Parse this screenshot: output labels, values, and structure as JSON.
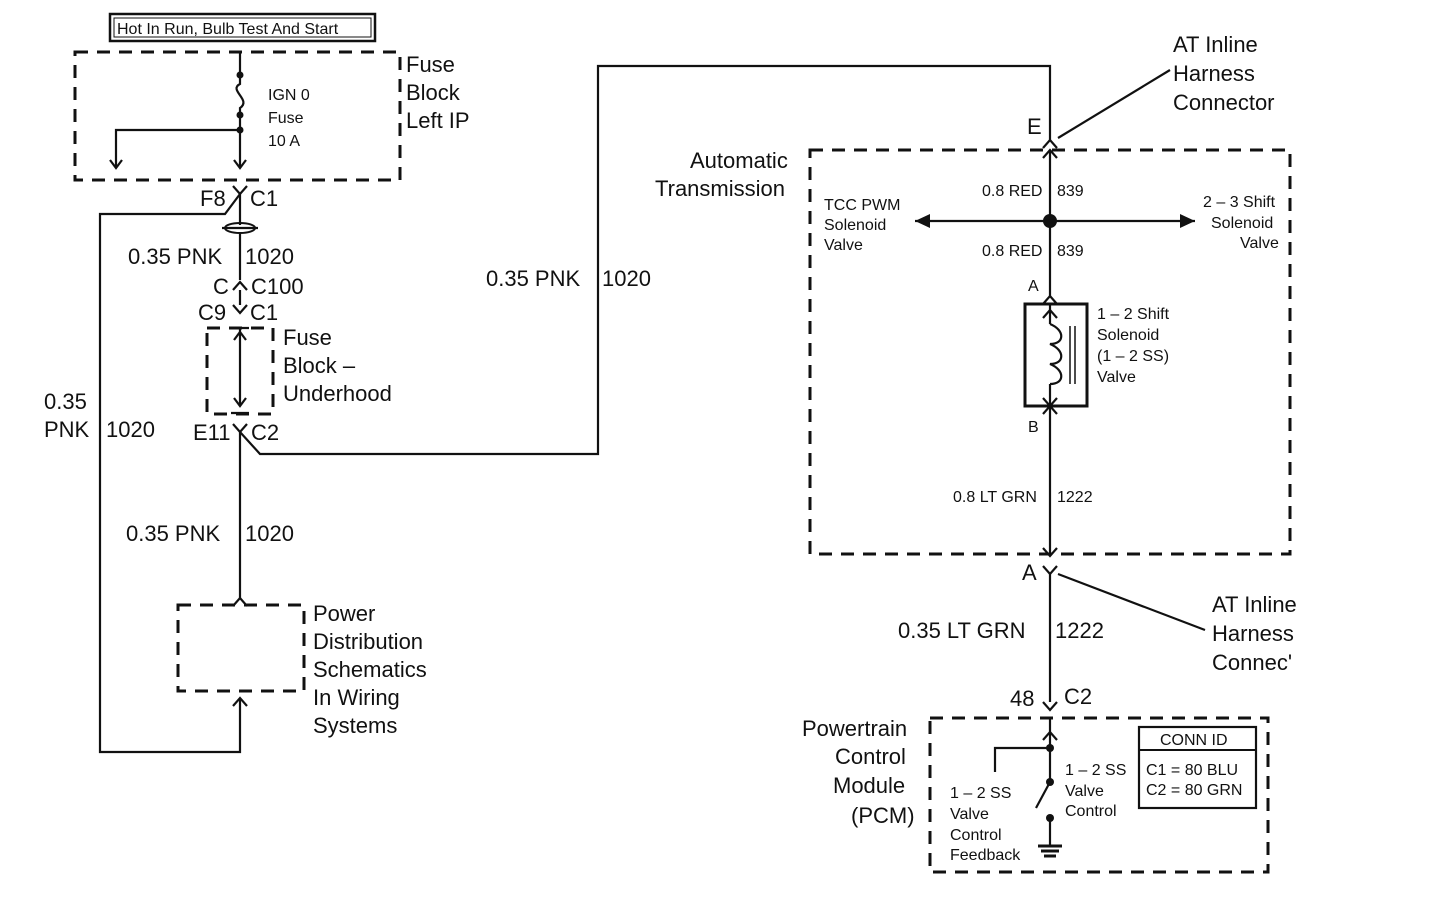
{
  "header_box": "Hot In Run, Bulb Test And Start",
  "fuse_block_ip": {
    "title_lines": [
      "Fuse",
      "Block",
      "Left IP"
    ],
    "fuse_lines": [
      "IGN 0",
      "Fuse",
      "10 A"
    ]
  },
  "connectors": {
    "f8": "F8",
    "c1_top": "C1",
    "c_c100": "C",
    "c100": "C100",
    "c9": "C9",
    "c1_uh": "C1",
    "e11": "E11",
    "c2_uh": "C2",
    "e": "E",
    "a": "A",
    "pcm_48": "48",
    "pcm_c2": "C2"
  },
  "wires": {
    "w1": "0.35 PNK",
    "w1_num": "1020",
    "w2": "0.35 PNK",
    "w2_num": "1020",
    "w3_a": "0.35",
    "w3_b": "PNK",
    "w3_num": "1020",
    "w4": "0.35 PNK",
    "w4_num": "1020",
    "w_red_top": "0.8 RED",
    "w_red_top_num": "839",
    "w_red_bot": "0.8 RED",
    "w_red_bot_num": "839",
    "w_ltgrn": "0.8 LT GRN",
    "w_ltgrn_num": "1222",
    "w_ltgrn2": "0.35 LT GRN",
    "w_ltgrn2_num": "1222"
  },
  "fuse_block_underhood": [
    "Fuse",
    "Block –",
    "Underhood"
  ],
  "power_distribution": [
    "Power",
    "Distribution",
    "Schematics",
    "In Wiring",
    "Systems"
  ],
  "at_inline_top": [
    "AT Inline",
    "Harness",
    "Connector"
  ],
  "at_inline_bottom": [
    "AT Inline",
    "Harness",
    "Connec'"
  ],
  "automatic_transmission": [
    "Automatic",
    "Transmission"
  ],
  "tcc_pwm": [
    "TCC PWM",
    "Solenoid",
    "Valve"
  ],
  "shift_23": [
    "2 – 3 Shift",
    "Solenoid",
    "Valve"
  ],
  "shift_12": [
    "1 – 2 Shift",
    "Solenoid",
    "(1 – 2 SS)",
    "Valve"
  ],
  "pin_a": "A",
  "pin_b": "B",
  "pcm": [
    "Powertrain",
    "Control",
    "Module",
    "(PCM)"
  ],
  "pcm_feedback": [
    "1 – 2 SS",
    "Valve",
    "Control",
    "Feedback"
  ],
  "pcm_control": [
    "1 – 2 SS",
    "Valve",
    "Control"
  ],
  "conn_id": {
    "title": "CONN ID",
    "rows": [
      "C1 = 80 BLU",
      "C2 = 80 GRN"
    ]
  }
}
